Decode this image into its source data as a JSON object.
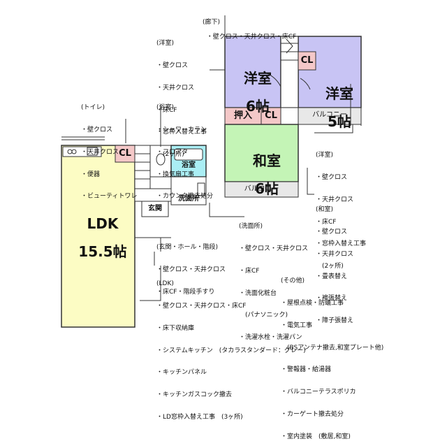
{
  "colors": {
    "western": "#c8c4f4",
    "japanese": "#c4f4b6",
    "ldk": "#fcfcc4",
    "bath": "#aaeef4",
    "closet": "#f4c8c8",
    "balcony": "#e8e8e8",
    "wall": "#333333"
  },
  "rooms": {
    "western1": {
      "name": "洋室",
      "size": "6帖"
    },
    "western2": {
      "name": "洋室",
      "size": "5帖"
    },
    "japanese": {
      "name": "和室",
      "size": "6帖"
    },
    "ldk": {
      "name": "LDK",
      "size": "15.5帖"
    },
    "bath": "浴室",
    "washroom": "洗面所",
    "entrance": "玄関",
    "oshiire": "押入",
    "cl": "CL",
    "balcony": "バルコニー"
  },
  "notes": {
    "hallway": {
      "title": "(廊下)",
      "lines": [
        "・壁クロス・天井クロス・床CF"
      ]
    },
    "western_left": {
      "title": "(洋室)",
      "lines": [
        "・壁クロス",
        "・天井クロス",
        "・床CF",
        "・窓枠入替え工事",
        "　(2ヶ所)"
      ]
    },
    "toilet": {
      "title": "(トイレ)",
      "lines": [
        "・壁クロス",
        "・天井クロス",
        "・便器",
        "・ビューティトワレ"
      ]
    },
    "bathroom": {
      "title": "(浴室)",
      "lines": [
        "・シャワーカラン",
        "・フロアタ",
        "・換気扇工事",
        "・カウンタ撤去処分"
      ]
    },
    "western_right": {
      "title": "(洋室)",
      "lines": [
        "・壁クロス",
        "・天井クロス",
        "・床CF",
        "・窓枠入替え工事",
        "　(2ヶ所)"
      ]
    },
    "japanese": {
      "title": "(和室)",
      "lines": [
        "・壁クロス",
        "・天井クロス",
        "・畳表替え",
        "・襖張替え",
        "・障子張替え"
      ]
    },
    "washroom": {
      "title": "(洗面所)",
      "lines": [
        "・壁クロス・天井クロス",
        "・床CF",
        "・洗面化粧台",
        "　(パナソニック)",
        "・洗濯水栓・洗濯パン"
      ]
    },
    "entrance": {
      "title": "(玄関・ホール・階段)",
      "lines": [
        "・壁クロス・天井クロス",
        "・床CF・階段手すり"
      ]
    },
    "ldk": {
      "title": "(LDK)",
      "lines": [
        "・壁クロス・天井クロス・床CF",
        "・床下収納庫",
        "・システムキッチン　(タカラスタンダード：グレー)",
        "・キッチンパネル",
        "・キッチンガスコック撤去",
        "・LD窓枠入替え工事　(3ヶ所)"
      ]
    },
    "other": {
      "title": "(その他)",
      "lines": [
        "・屋根点検・防蟻工事",
        "・電気工事",
        "　(BSアンテナ撤去,和室プレート他)",
        "・警報器・給湯器",
        "・バルコニーテラスポリカ",
        "・カーゲート撤去処分",
        "・室内塗装　(敷居,和室)"
      ]
    }
  }
}
